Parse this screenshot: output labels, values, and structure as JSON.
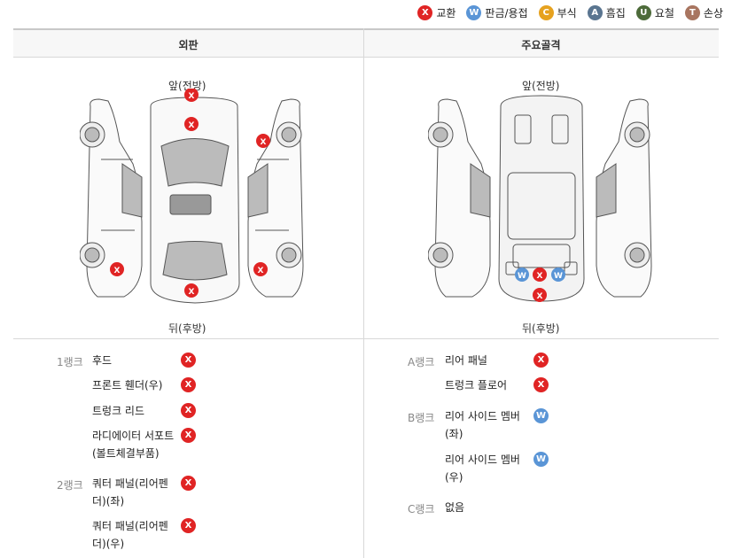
{
  "legend": [
    {
      "letter": "X",
      "label": "교환",
      "color": "#e02424"
    },
    {
      "letter": "W",
      "label": "판금/용접",
      "color": "#5a95d6"
    },
    {
      "letter": "C",
      "label": "부식",
      "color": "#e6a21f"
    },
    {
      "letter": "A",
      "label": "흠집",
      "color": "#5a7590"
    },
    {
      "letter": "U",
      "label": "요철",
      "color": "#4d6b3a"
    },
    {
      "letter": "T",
      "label": "손상",
      "color": "#a87560"
    }
  ],
  "sections": {
    "exterior": {
      "title": "외판",
      "front_label": "앞(전방)",
      "rear_label": "뒤(후방)"
    },
    "frame": {
      "title": "주요골격",
      "front_label": "앞(전방)",
      "rear_label": "뒤(후방)"
    }
  },
  "exterior_ranks": [
    {
      "rank": "1랭크",
      "items": [
        {
          "name": "후드",
          "mark": "X"
        },
        {
          "name": "프론트 휀더(우)",
          "mark": "X"
        },
        {
          "name": "트렁크 리드",
          "mark": "X"
        },
        {
          "name": "라디에이터 서포트\n(볼트체결부품)",
          "mark": "X"
        }
      ]
    },
    {
      "rank": "2랭크",
      "items": [
        {
          "name": "쿼터 패널(리어펜\n더)(좌)",
          "mark": "X"
        },
        {
          "name": "쿼터 패널(리어펜\n더)(우)",
          "mark": "X"
        }
      ]
    }
  ],
  "frame_ranks": [
    {
      "rank": "A랭크",
      "items": [
        {
          "name": "리어 패널",
          "mark": "X"
        },
        {
          "name": "트렁크 플로어",
          "mark": "X"
        }
      ]
    },
    {
      "rank": "B랭크",
      "items": [
        {
          "name": "리어 사이드 멤버\n(좌)",
          "mark": "W"
        },
        {
          "name": "리어 사이드 멤버\n(우)",
          "mark": "W"
        }
      ]
    },
    {
      "rank": "C랭크",
      "items": [
        {
          "name": "없음",
          "mark": ""
        }
      ]
    }
  ]
}
